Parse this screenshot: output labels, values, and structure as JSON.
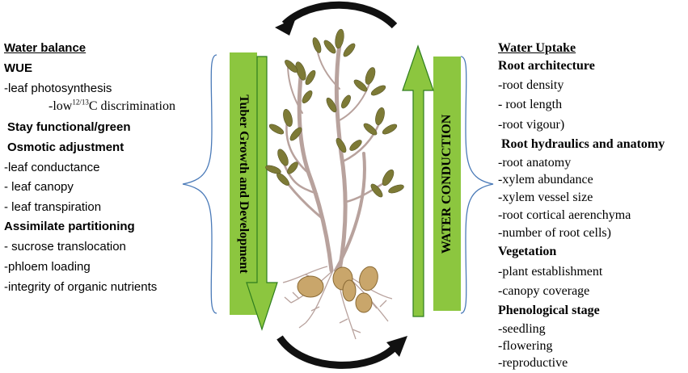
{
  "left": {
    "title": "Water balance",
    "wue": "WUE",
    "leaf_photosynthesis": "-leaf photosynthesis",
    "discrimination_prefix": "-low",
    "discrimination_sup": "12/13",
    "discrimination_suffix": "C discrimination",
    "stay_green": "Stay functional/green",
    "osmotic": "Osmotic adjustment",
    "leaf_conductance": "-leaf conductance",
    "leaf_canopy": "- leaf canopy",
    "leaf_transpiration": "- leaf transpiration",
    "assimilate": "Assimilate partitioning",
    "sucrose": "- sucrose translocation",
    "phloem": "-phloem loading",
    "integrity": "-integrity of organic nutrients"
  },
  "center": {
    "tuber_label": "Tuber Growth and Development",
    "water_conduction_label": "WATER CONDUCTION"
  },
  "right": {
    "title": "Water Uptake",
    "root_architecture": "Root architecture",
    "root_density": "-root density",
    "root_length": "- root length",
    "root_vigour": "-root vigour)",
    "root_hydraulics": "Root hydraulics and anatomy",
    "root_anatomy": "-root anatomy",
    "xylem_abundance": "-xylem abundance",
    "xylem_vessel": "-xylem vessel size",
    "cortical": "-root cortical aerenchyma",
    "root_cells": "-number of root cells)",
    "vegetation": "Vegetation",
    "plant_establishment": "-plant establishment",
    "canopy_coverage": "-canopy coverage",
    "phenological": "Phenological stage",
    "seedling": "-seedling",
    "flowering": "-flowering",
    "reproductive": "-reproductive"
  },
  "colors": {
    "arrow_fill": "#8cc63f",
    "arrow_stroke": "#2e7d1e",
    "brace": "#4a7ab8",
    "stem": "#b8a29d",
    "leaf": "#7d7a36",
    "tuber": "#c9a66b",
    "cycle_arrow": "#111111"
  }
}
